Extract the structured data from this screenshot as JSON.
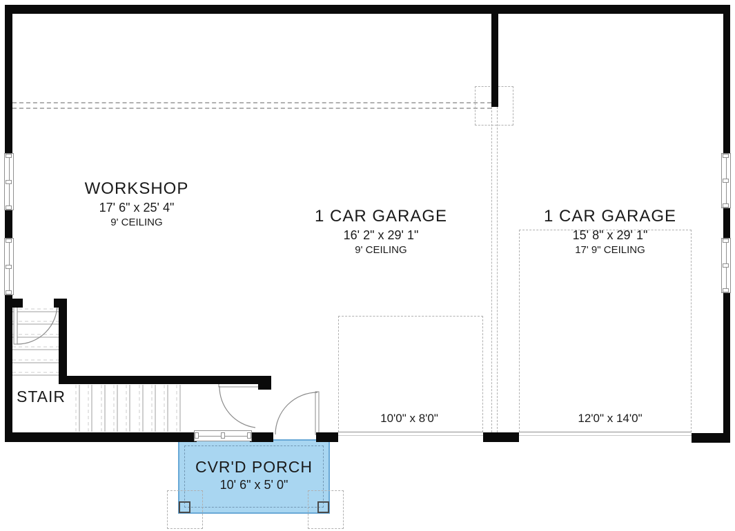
{
  "rooms": {
    "workshop": {
      "name": "WORKSHOP",
      "dimensions": "17' 6\" x 25' 4\"",
      "ceiling": "9' CEILING"
    },
    "garage_1": {
      "name": "1 CAR GARAGE",
      "dimensions": "16' 2\" x 29' 1\"",
      "ceiling": "9' CEILING"
    },
    "garage_2": {
      "name": "1 CAR GARAGE",
      "dimensions": "15' 8\" x 29' 1\"",
      "ceiling": "17' 9\" CEILING"
    },
    "stair": {
      "name": "STAIR"
    },
    "porch": {
      "name": "CVR'D PORCH",
      "dimensions": "10' 6\" x 5' 0\""
    }
  },
  "garage_doors": {
    "door_1": {
      "size": "10'0\" x 8'0\""
    },
    "door_2": {
      "size": "12'0\" x 14'0\""
    }
  },
  "colors": {
    "wall": "#0a0a0a",
    "line": "#8f8f8f",
    "dash": "#b0b0b0",
    "tread": "#bdbdbd",
    "tread_dash": "#cccccc",
    "porch_fill": "#a9d6f1",
    "porch_edge": "#68a8d6",
    "text": "#1a1a1a"
  }
}
